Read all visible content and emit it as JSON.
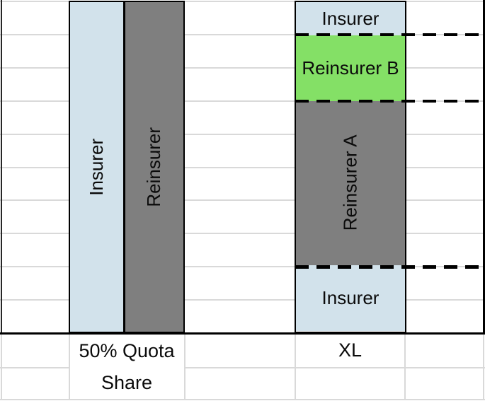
{
  "chart_data": {
    "type": "bar",
    "title": "",
    "categories": [
      "50% Quota Share",
      "XL"
    ],
    "category_label_lines": [
      [
        "50% Quota",
        "Share"
      ],
      [
        "XL"
      ]
    ],
    "ylim": [
      0,
      10
    ],
    "gridlines": {
      "show": true,
      "interval": 1,
      "color": "#D9D9D9"
    },
    "legend": "none",
    "groups": [
      {
        "category": "50% Quota Share",
        "arrangement": "clustered",
        "bars": [
          {
            "label": "Insurer",
            "value": 10,
            "color": "#D2E2EB",
            "label_orientation": "vertical"
          },
          {
            "label": "Reinsurer",
            "value": 10,
            "color": "#7F7F7F",
            "label_orientation": "vertical"
          }
        ]
      },
      {
        "category": "XL",
        "arrangement": "stacked",
        "segments": [
          {
            "label": "Insurer",
            "from": 0,
            "to": 2,
            "color": "#D2E2EB",
            "label_orientation": "horizontal"
          },
          {
            "label": "Reinsurer A",
            "from": 2,
            "to": 7,
            "color": "#7F7F7F",
            "label_orientation": "vertical"
          },
          {
            "label": "Reinsurer B",
            "from": 7,
            "to": 9,
            "color": "#84E066",
            "label_orientation": "horizontal"
          },
          {
            "label": "Insurer",
            "from": 9,
            "to": 10,
            "color": "#D2E2EB",
            "label_orientation": "horizontal"
          }
        ]
      }
    ],
    "dashed_boundary_values": [
      9,
      7,
      2
    ],
    "colors": {
      "insurer_blue": "#D2E2EB",
      "reinsurer_gray": "#7F7F7F",
      "reinsurer_b_green": "#84E066",
      "boundary_dash": "#000000",
      "gridline": "#D9D9D9",
      "bar_border": "#000000"
    }
  }
}
